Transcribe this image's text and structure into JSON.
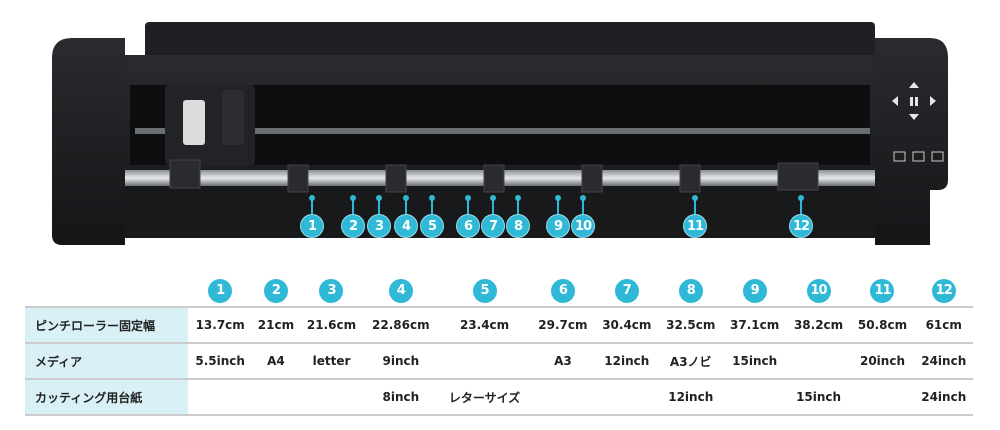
{
  "accent_color": "#2fb9d6",
  "markers": [
    "1",
    "2",
    "3",
    "4",
    "5",
    "6",
    "7",
    "8",
    "9",
    "10",
    "11",
    "12"
  ],
  "control_panel": {
    "icons": [
      "arrow-up-icon",
      "arrow-left-icon",
      "pause-icon",
      "arrow-right-icon",
      "arrow-down-icon",
      "blade-up-icon",
      "blade-down-icon",
      "bluetooth-icon"
    ]
  },
  "table": {
    "columns": [
      "1",
      "2",
      "3",
      "4",
      "5",
      "6",
      "7",
      "8",
      "9",
      "10",
      "11",
      "12"
    ],
    "rows": [
      {
        "label": "ピンチローラー固定幅",
        "cells": [
          "13.7cm",
          "21cm",
          "21.6cm",
          "22.86cm",
          "23.4cm",
          "29.7cm",
          "30.4cm",
          "32.5cm",
          "37.1cm",
          "38.2cm",
          "50.8cm",
          "61cm"
        ]
      },
      {
        "label": "メディア",
        "cells": [
          "5.5inch",
          "A4",
          "letter",
          "9inch",
          "",
          "A3",
          "12inch",
          "A3ノビ",
          "15inch",
          "",
          "20inch",
          "24inch"
        ]
      },
      {
        "label": "カッティング用台紙",
        "cells": [
          "",
          "",
          "",
          "8inch",
          "レターサイズ",
          "",
          "",
          "12inch",
          "",
          "15inch",
          "",
          "24inch"
        ]
      }
    ]
  }
}
